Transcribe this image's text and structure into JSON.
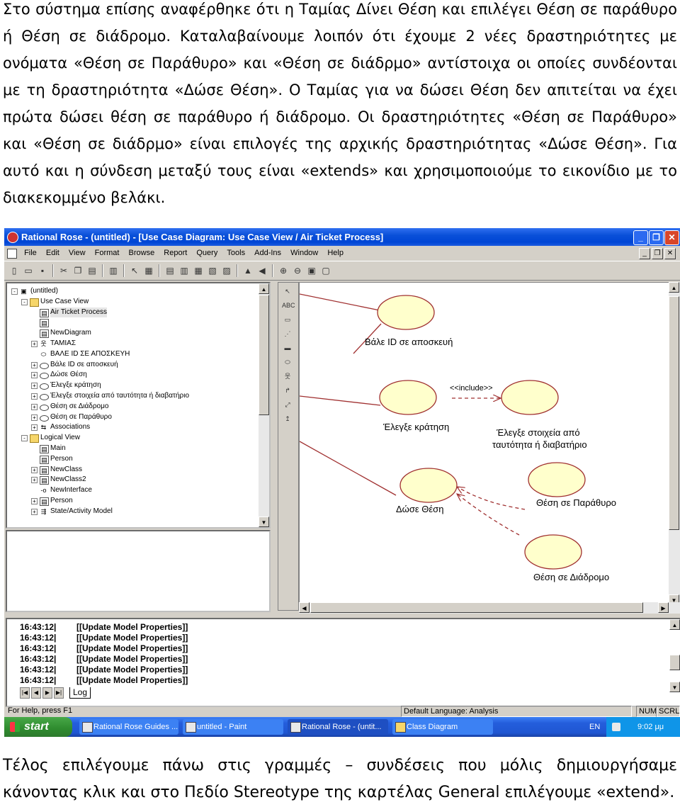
{
  "document": {
    "paragraph_top": "Στο σύστημα επίσης αναφέρθηκε ότι η Ταμίας Δίνει Θέση και επιλέγει Θέση σε παράθυρο ή Θέση σε διάδρομο. Καταλαβαίνουμε λοιπόν ότι έχουμε 2 νέες δραστηριότητες με ονόματα «Θέση σε Παράθυρο» και «Θέση σε διάδρμο» αντίστοιχα οι οποίες συνδέονται με τη δραστηριότητα «Δώσε Θέση». Ο Ταμίας για να δώσει Θέση δεν απιτείται να έχει πρώτα δώσει θέση σε παράθυρο ή διάδρομο. Οι δραστηριότητες «Θέση σε Παράθυρο» και «Θέση σε διάδρμο» είναι επιλογές της αρχικής δραστηριότητας «Δώσε Θέση». Για αυτό και η σύνδεση μεταξύ τους είναι «extends» και χρησιμοποιούμε το εικονίδιο με το διακεκομμένο βελάκι.",
    "paragraph_bottom": "Τέλος επιλέγουμε πάνω στις γραμμές – συνδέσεις που μόλις δημιουργήσαμε κάνοντας κλικ και στο Πεδίο Stereotype της καρτέλας General επιλέγουμε «extend»."
  },
  "window": {
    "title": "Rational Rose - (untitled) - [Use Case Diagram: Use Case View / Air Ticket Process]",
    "menu": [
      "File",
      "Edit",
      "View",
      "Format",
      "Browse",
      "Report",
      "Query",
      "Tools",
      "Add-Ins",
      "Window",
      "Help"
    ]
  },
  "browser_tree": [
    {
      "label": "(untitled)",
      "indent": 0,
      "icon": "model",
      "exp": "-"
    },
    {
      "label": "Use Case View",
      "indent": 1,
      "icon": "folder",
      "exp": "-"
    },
    {
      "label": "Air Ticket Process",
      "indent": 2,
      "icon": "diagram",
      "exp": "",
      "selected": true
    },
    {
      "label": "",
      "indent": 2,
      "icon": "diagram",
      "exp": ""
    },
    {
      "label": "NewDiagram",
      "indent": 2,
      "icon": "diagram",
      "exp": ""
    },
    {
      "label": "ΤΑΜΙΑΣ",
      "indent": 2,
      "icon": "actor",
      "exp": "+"
    },
    {
      "label": "ΒΑΛΕ ID ΣΕ ΑΠΟΣΚΕΥΗ",
      "indent": 2,
      "icon": "usecase-dashed",
      "exp": ""
    },
    {
      "label": "Βάλε ID σε αποσκευή",
      "indent": 2,
      "icon": "usecase",
      "exp": "+"
    },
    {
      "label": "Δώσε Θέση",
      "indent": 2,
      "icon": "usecase",
      "exp": "+"
    },
    {
      "label": "Έλεγξε κράτηση",
      "indent": 2,
      "icon": "usecase",
      "exp": "+"
    },
    {
      "label": "Έλεγξε στοιχεία από ταυτότητα ή διαβατήριο",
      "indent": 2,
      "icon": "usecase",
      "exp": "+"
    },
    {
      "label": "Θέση σε Διάδρομο",
      "indent": 2,
      "icon": "usecase",
      "exp": "+"
    },
    {
      "label": "Θέση σε Παράθυρο",
      "indent": 2,
      "icon": "usecase",
      "exp": "+"
    },
    {
      "label": "Associations",
      "indent": 2,
      "icon": "assoc",
      "exp": "+"
    },
    {
      "label": "Logical View",
      "indent": 1,
      "icon": "folder",
      "exp": "-"
    },
    {
      "label": "Main",
      "indent": 2,
      "icon": "diagram",
      "exp": ""
    },
    {
      "label": "Person",
      "indent": 2,
      "icon": "diagram",
      "exp": ""
    },
    {
      "label": "NewClass",
      "indent": 2,
      "icon": "class",
      "exp": "+"
    },
    {
      "label": "NewClass2",
      "indent": 2,
      "icon": "class",
      "exp": "+"
    },
    {
      "label": "NewInterface",
      "indent": 2,
      "icon": "interface",
      "exp": ""
    },
    {
      "label": "Person",
      "indent": 2,
      "icon": "class",
      "exp": "+"
    },
    {
      "label": "State/Activity Model",
      "indent": 2,
      "icon": "state",
      "exp": "+"
    }
  ],
  "diagram": {
    "use_cases": [
      {
        "name": "uc-vale-id",
        "label": "Βάλε ID σε αποσκευή"
      },
      {
        "name": "uc-elegxe-kratisi",
        "label": "Έλεγξε κράτηση"
      },
      {
        "name": "uc-elegxe-stoixeia",
        "label_line1": "Έλεγξε στοιχεία από",
        "label_line2": "ταυτότητα ή διαβατήριο"
      },
      {
        "name": "uc-dose-thesi",
        "label": "Δώσε Θέση"
      },
      {
        "name": "uc-thesi-parathyro",
        "label": "Θέση σε Παράθυρο"
      },
      {
        "name": "uc-thesi-diadromo",
        "label": "Θέση σε Διάδρομο"
      }
    ],
    "include_label": "<<include>>",
    "colors": {
      "usecase_fill": "#ffffcc",
      "line": "#a03030"
    }
  },
  "log": {
    "lines": [
      {
        "time": "16:43:12|",
        "msg": "[[Update Model Properties]]"
      },
      {
        "time": "16:43:12|",
        "msg": "[[Update Model Properties]]"
      },
      {
        "time": "16:43:12|",
        "msg": "[[Update Model Properties]]"
      },
      {
        "time": "16:43:12|",
        "msg": "[[Update Model Properties]]"
      },
      {
        "time": "16:43:12|",
        "msg": "[[Update Model Properties]]"
      },
      {
        "time": "16:43:12|",
        "msg": "[[Update Model Properties]]"
      }
    ],
    "tab": "Log"
  },
  "status": {
    "help": "For Help, press F1",
    "language": "Default Language: Analysis",
    "num": "NUM",
    "scrl": "SCRL"
  },
  "taskbar": {
    "start": "start",
    "tasks": [
      "Rational Rose Guides ...",
      "untitled - Paint",
      "Rational Rose - (untit...",
      "Class Diagram"
    ],
    "lang": "EN",
    "clock": "9:02 μμ"
  }
}
